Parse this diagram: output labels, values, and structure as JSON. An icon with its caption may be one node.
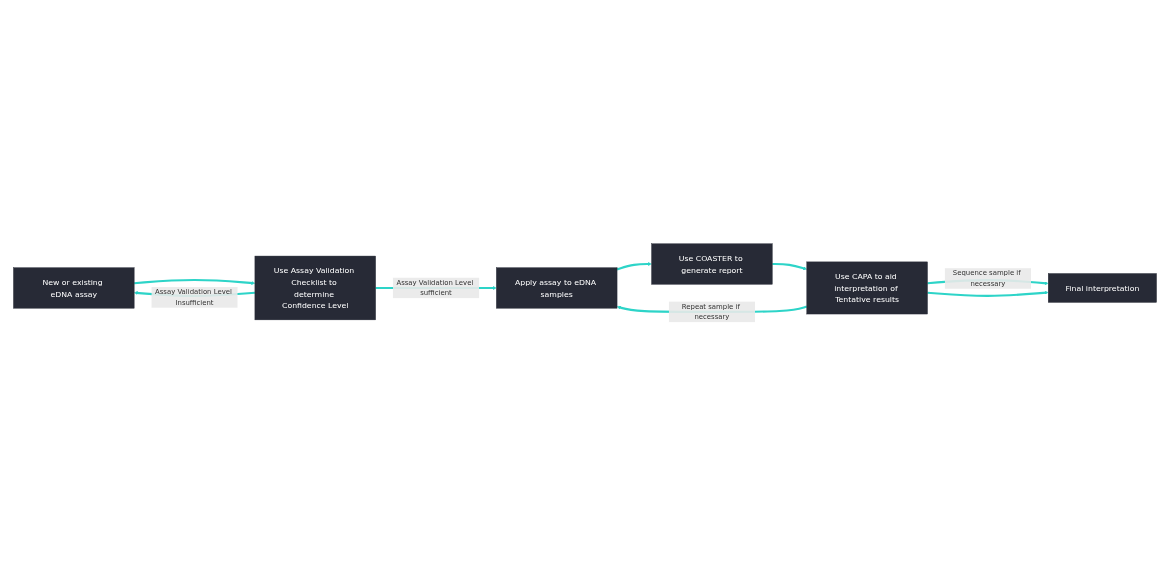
{
  "diagram": {
    "nodes": [
      {
        "text": [
          "New or existing eDNA assay"
        ]
      },
      {
        "text": [
          "Use Assay Validation Checklist to determine Confidence Level"
        ]
      },
      {
        "text": [
          "Apply assay to eDNA samples"
        ]
      },
      {
        "text": [
          "Use COASTER to generate report"
        ]
      },
      {
        "text": [
          "Use CAPA to aid interpretation of Tentative results"
        ]
      },
      {
        "text": [
          "Final interpretation"
        ]
      }
    ],
    "edges": [
      {
        "from": 0,
        "to": 1,
        "arrow": "to"
      },
      {
        "from": 1,
        "to": 0,
        "arrow": "to",
        "label": "Assay Validation Level Insufficient"
      },
      {
        "from": 1,
        "to": 2,
        "arrow": "to",
        "label": "Assay Validation Level sufficient"
      },
      {
        "from": 2,
        "to": 3,
        "arrow": "to"
      },
      {
        "from": 3,
        "to": 4,
        "arrow": "to"
      },
      {
        "from": 4,
        "to": 2,
        "arrow": "to",
        "label": "Repeat sample if necessary"
      },
      {
        "from": 4,
        "to": 5,
        "arrow": "to",
        "label": "Sequence sample if necessary"
      },
      {
        "from": 4,
        "to": 5,
        "arrow": "to"
      }
    ]
  }
}
